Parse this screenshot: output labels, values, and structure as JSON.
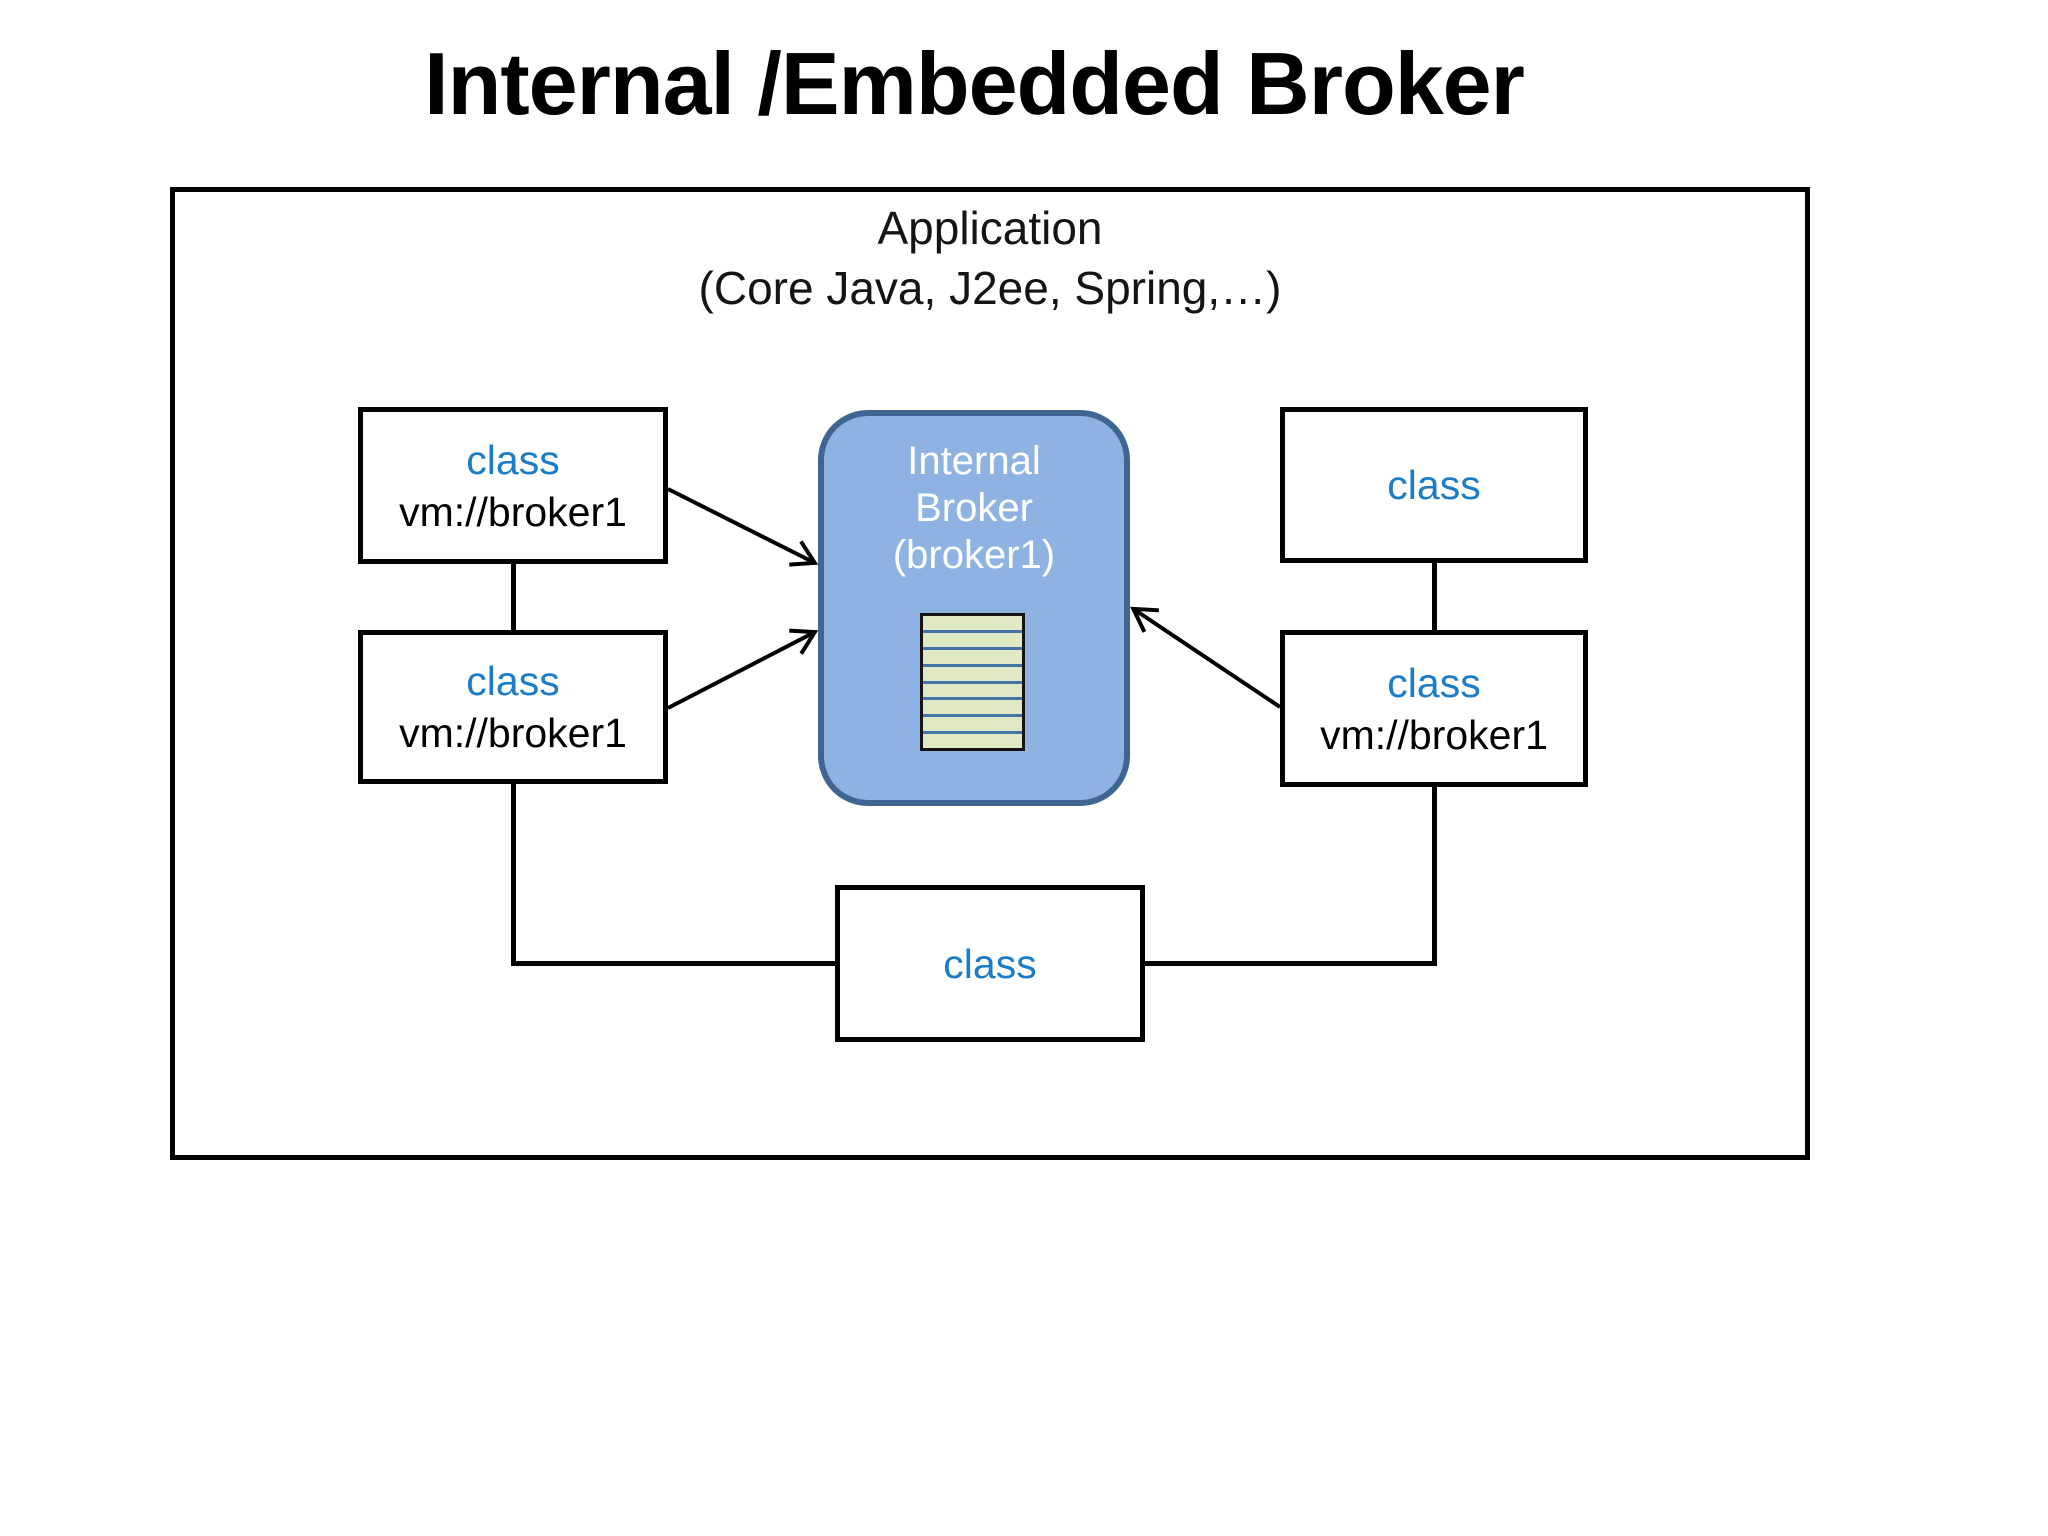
{
  "slide": {
    "title": "Internal /Embedded Broker"
  },
  "application": {
    "title": "Application",
    "subtitle": "(Core Java, J2ee, Spring,…)"
  },
  "class_boxes": {
    "left_top": {
      "name": "class",
      "endpoint": "vm://broker1"
    },
    "left_bottom": {
      "name": "class",
      "endpoint": "vm://broker1"
    },
    "right_top": {
      "name": "class"
    },
    "right_bottom": {
      "name": "class",
      "endpoint": "vm://broker1"
    },
    "bottom": {
      "name": "class"
    }
  },
  "broker": {
    "line1": "Internal",
    "line2": "Broker",
    "line3": "(broker1)",
    "queue_icon": "message-queue-icon",
    "queue_rows": 8
  },
  "colors": {
    "class_text": "#1B7CC8",
    "broker_fill": "#8EB3E2",
    "broker_border": "#3F6693",
    "broker_text": "#FFFFFF",
    "queue_fill": "#E0E8C4",
    "queue_divider": "#4473A8",
    "box_border": "#000000",
    "line": "#000000"
  }
}
